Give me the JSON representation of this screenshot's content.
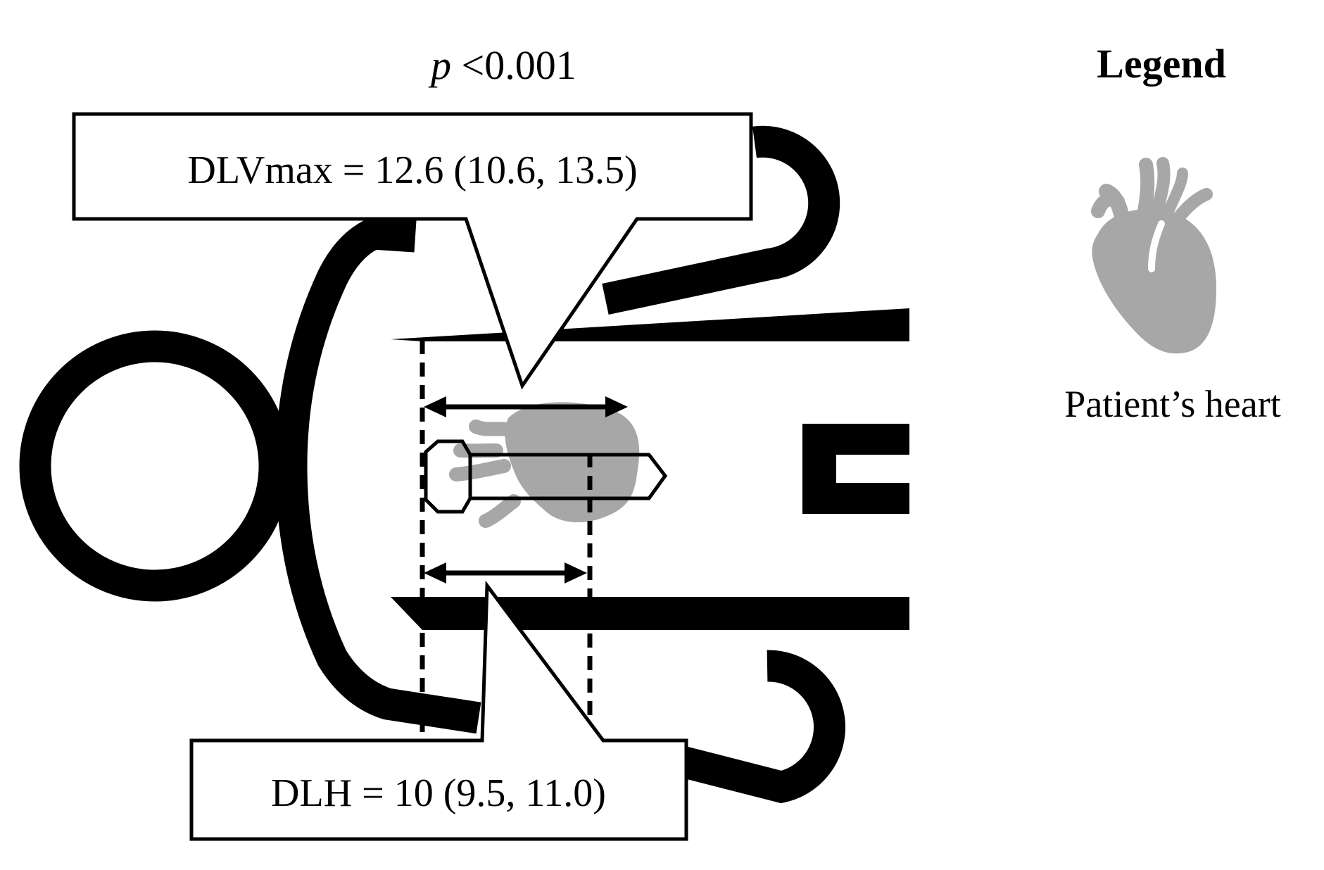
{
  "figure": {
    "p_value": {
      "symbol": "p",
      "text": " <0.001"
    },
    "top_callout": {
      "label": "DLVmax = 12.6 (10.6, 13.5)"
    },
    "bottom_callout": {
      "label": "DLH = 10 (9.5, 11.0)"
    },
    "legend": {
      "title": "Legend",
      "caption": "Patient’s heart",
      "icon": "heart-icon"
    },
    "colors": {
      "ink": "#000000",
      "heart": "#a8a7a7",
      "background": "#ffffff"
    }
  }
}
